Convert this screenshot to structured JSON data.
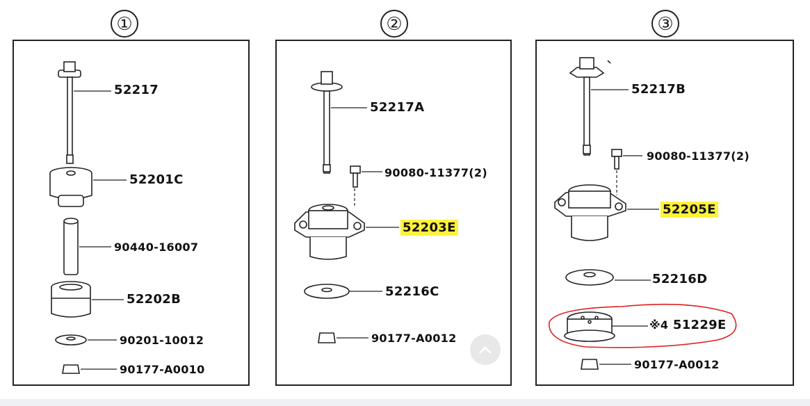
{
  "panels": [
    {
      "number": "①",
      "parts": {
        "bolt": "52217",
        "upper_cushion": "52201C",
        "collar": "90440-16007",
        "lower_cushion": "52202B",
        "washer": "90201-10012",
        "nut": "90177-A0010"
      }
    },
    {
      "number": "②",
      "parts": {
        "bolt": "52217A",
        "small_bolt": "90080-11377(2)",
        "cushion": "52203E",
        "washer": "52216C",
        "nut": "90177-A0012"
      }
    },
    {
      "number": "③",
      "parts": {
        "bolt": "52217B",
        "small_bolt": "90080-11377(2)",
        "cushion": "52205E",
        "washer": "52216D",
        "stopper_note": "※4",
        "stopper": "51229E",
        "nut": "90177-A0012"
      }
    }
  ],
  "colors": {
    "highlight": "#fff23a",
    "circle_markup": "#e02020",
    "line": "#222222"
  },
  "icons": {
    "scroll_top": "chevron-up-icon"
  }
}
